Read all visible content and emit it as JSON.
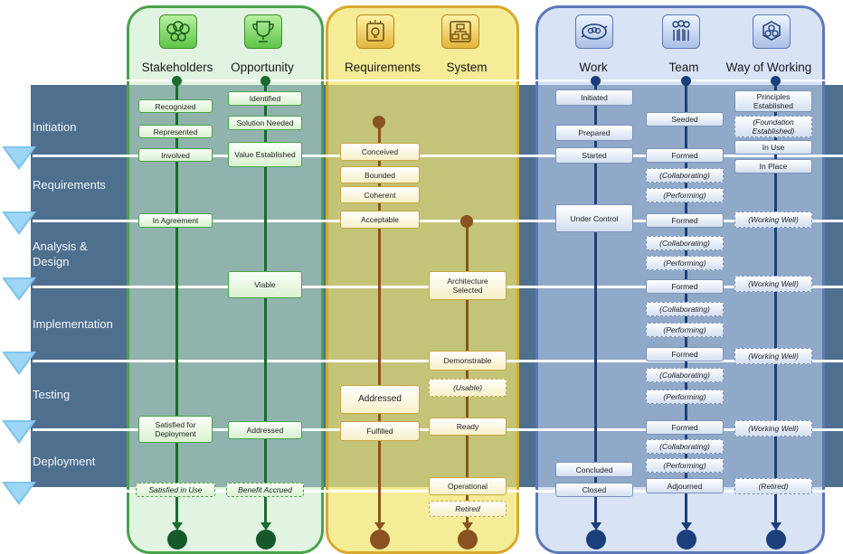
{
  "columns": {
    "stakeholders": "Stakeholders",
    "opportunity": "Opportunity",
    "requirements": "Requirements",
    "system": "System",
    "work": "Work",
    "team": "Team",
    "way_of_working": "Way of Working"
  },
  "phases": {
    "initiation": "Initiation",
    "requirements": "Requirements",
    "analysis_design": "Analysis &\nDesign",
    "implementation": "Implementation",
    "testing": "Testing",
    "deployment": "Deployment"
  },
  "stakeholders": {
    "recognized": "Recognized",
    "represented": "Represented",
    "involved": "Involved",
    "in_agreement": "In Agreement",
    "satisfied_deployment": "Satisfied for Deployment",
    "satisfied_use": "Satisfied in Use"
  },
  "opportunity": {
    "identified": "Identified",
    "solution_needed": "Solution Needed",
    "value_established": "Value Established",
    "viable": "Viable",
    "addressed": "Addressed",
    "benefit_accrued": "Benefit Accrued"
  },
  "requirements": {
    "conceived": "Conceived",
    "bounded": "Bounded",
    "coherent": "Coherent",
    "acceptable": "Acceptable",
    "addressed": "Addressed",
    "fulfilled": "Fulfilled"
  },
  "system": {
    "architecture_selected": "Architecture Selected",
    "demonstrable": "Demonstrable",
    "usable": "(Usable)",
    "ready": "Ready",
    "operational": "Operational",
    "retired": "Retired"
  },
  "work": {
    "initiated": "Initiated",
    "prepared": "Prepared",
    "started": "Started",
    "under_control": "Under Control",
    "concluded": "Concluded",
    "closed": "Closed"
  },
  "team": {
    "seeded": "Seeded",
    "formed": "Formed",
    "collaborating": "(Collaborating)",
    "performing": "(Performing)",
    "adjourned": "Adjourned"
  },
  "way_of_working": {
    "principles_established": "Principles Established",
    "foundation_established": "(Foundation Established)",
    "in_use": "In Use",
    "in_place": "In Place",
    "working_well": "(Working Well)",
    "retired": "(Retired)"
  },
  "colors": {
    "green": "#4aa34a",
    "yellow": "#e8d24a",
    "blue": "#5c78b8",
    "band": "#4f6f8f",
    "triangle": "#7fc4ec"
  },
  "icons": [
    "stakeholders-icon",
    "opportunity-icon",
    "requirements-icon",
    "system-icon",
    "work-icon",
    "team-icon",
    "way-of-working-icon"
  ]
}
